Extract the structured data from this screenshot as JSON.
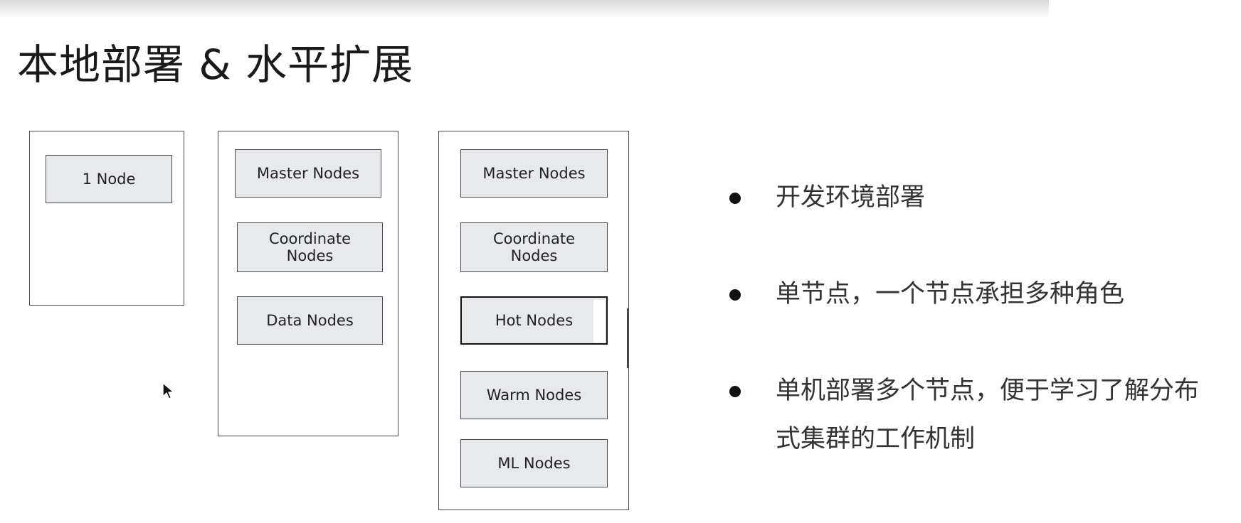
{
  "page": {
    "title": "本地部署 & 水平扩展"
  },
  "diagram": {
    "single_node_cluster": {
      "nodes": [
        {
          "label": "1 Node"
        }
      ]
    },
    "role_cluster": {
      "nodes": [
        {
          "label": "Master Nodes"
        },
        {
          "label": "Coordinate Nodes"
        },
        {
          "label": "Data Nodes"
        }
      ]
    },
    "tiered_cluster": {
      "nodes": [
        {
          "label": "Master Nodes"
        },
        {
          "label": "Coordinate Nodes"
        },
        {
          "label": "Hot Nodes"
        },
        {
          "label": "Warm Nodes"
        },
        {
          "label": "ML Nodes"
        }
      ]
    }
  },
  "bullets": [
    {
      "text": "开发环境部署"
    },
    {
      "text": "单节点，一个节点承担多种角色"
    },
    {
      "text": "单机部署多个节点，便于学习了解分布式集群的工作机制"
    }
  ],
  "icons": {
    "cursor": "mouse-pointer-icon"
  },
  "colors": {
    "node_fill": "#e7e9ec",
    "frame_border": "#4a4a4a",
    "text": "#1a1a1a"
  }
}
